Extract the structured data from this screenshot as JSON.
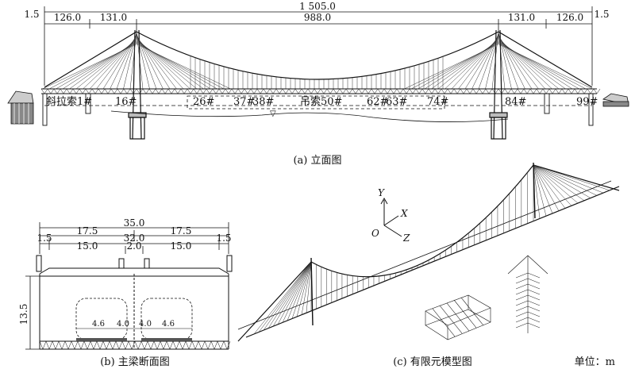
{
  "elevation": {
    "dims_top": {
      "total": "1 505.0",
      "left_edge": "1.5",
      "right_edge": "1.5",
      "side_left": "126.0",
      "back_left": "131.0",
      "main": "988.0",
      "back_right": "131.0",
      "side_right": "126.0"
    },
    "labels": {
      "stay_cable_1": "斜拉索1#",
      "c16": "16#",
      "c26": "26#",
      "c37": "37#",
      "c38": "38#",
      "hanger50": "吊索50#",
      "c62": "62#",
      "c63": "63#",
      "c74": "74#",
      "c84": "84#",
      "c99": "99#"
    },
    "caption": "(a) 立面图"
  },
  "section": {
    "dims": {
      "total": "35.0",
      "half_left": "17.5",
      "half_right": "17.5",
      "edge_left": "1.5",
      "inner": "32.0",
      "edge_right": "1.5",
      "lane_left": "15.0",
      "median": "2.0",
      "lane_right": "15.0",
      "height": "13.5",
      "b1": "4.6",
      "b2": "4.0",
      "b3": "4.0",
      "b4": "4.6"
    },
    "caption": "(b) 主梁断面图"
  },
  "fem": {
    "axes": {
      "y": "Y",
      "x": "X",
      "z": "Z",
      "origin": "O"
    },
    "caption": "(c) 有限元模型图",
    "unit": "单位：m"
  }
}
